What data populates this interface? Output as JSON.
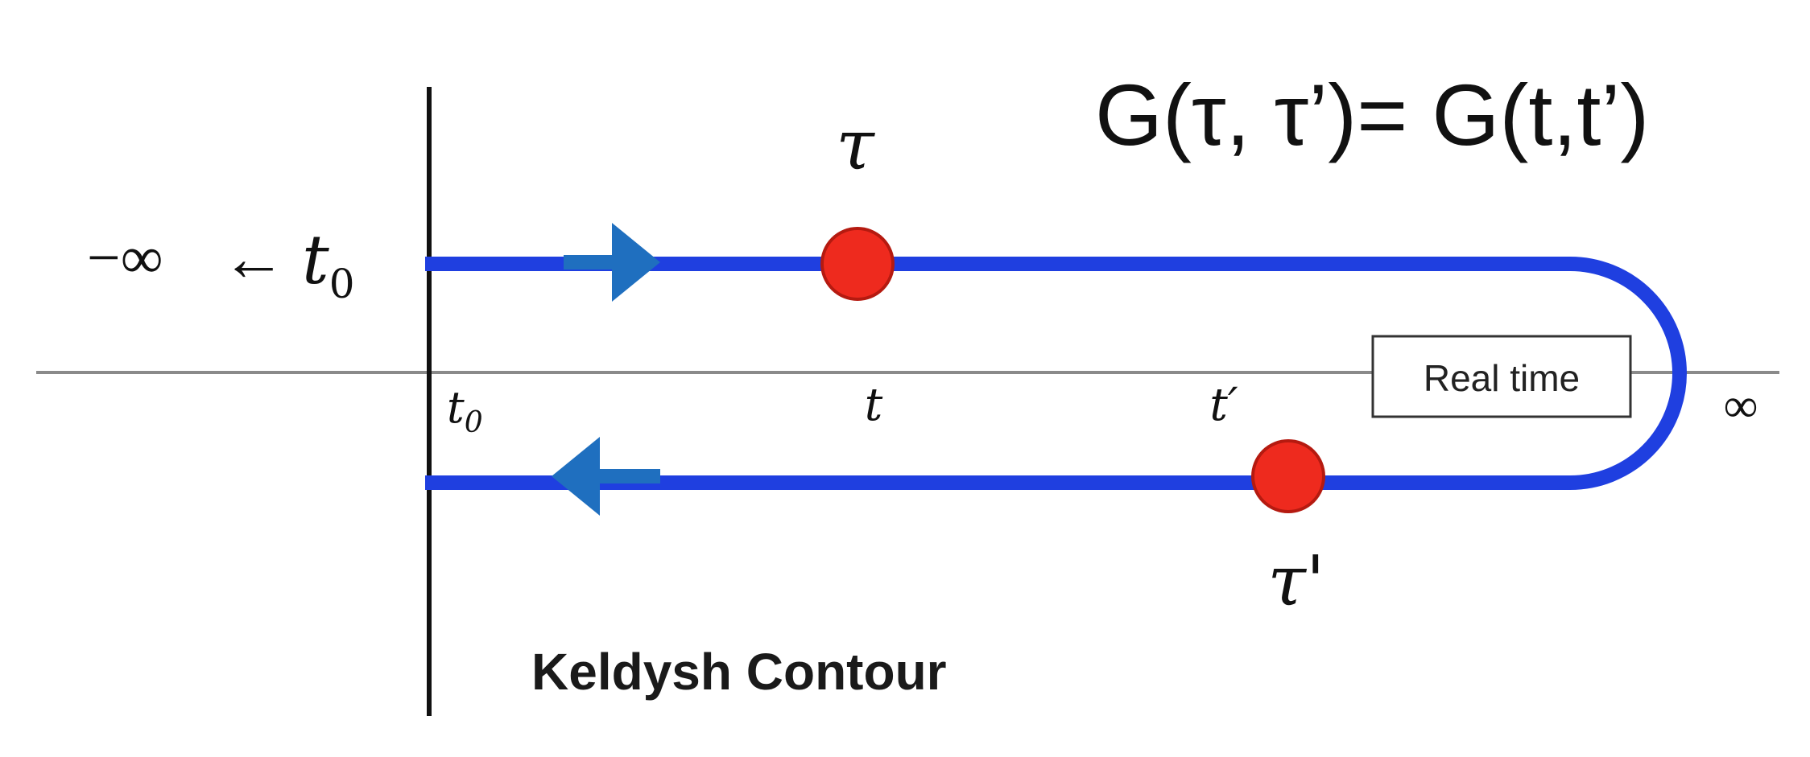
{
  "equation": {
    "lhs": "G(τ, τ’)",
    "rhs": "= G(t,t’)"
  },
  "contour_start_label": {
    "neg_infinity": "−∞",
    "arrow": "←",
    "t0_base": "t",
    "t0_sub": "0"
  },
  "axis": {
    "t0_base": "t",
    "t0_sub": "0",
    "t_label": "t",
    "t_prime_label": "t′",
    "infinity_label": "∞",
    "real_time_label": "Real time"
  },
  "points": {
    "tau_label": "τ",
    "tau_prime_label": "τ'"
  },
  "caption": "Keldysh Contour",
  "colors": {
    "contour": "#1f3fe0",
    "direction_arrow": "#1f6fbf",
    "point_fill": "#ee2a1e",
    "point_stroke": "#b51a10",
    "axis": "#8a8a8a",
    "vertical_line": "#111111"
  }
}
